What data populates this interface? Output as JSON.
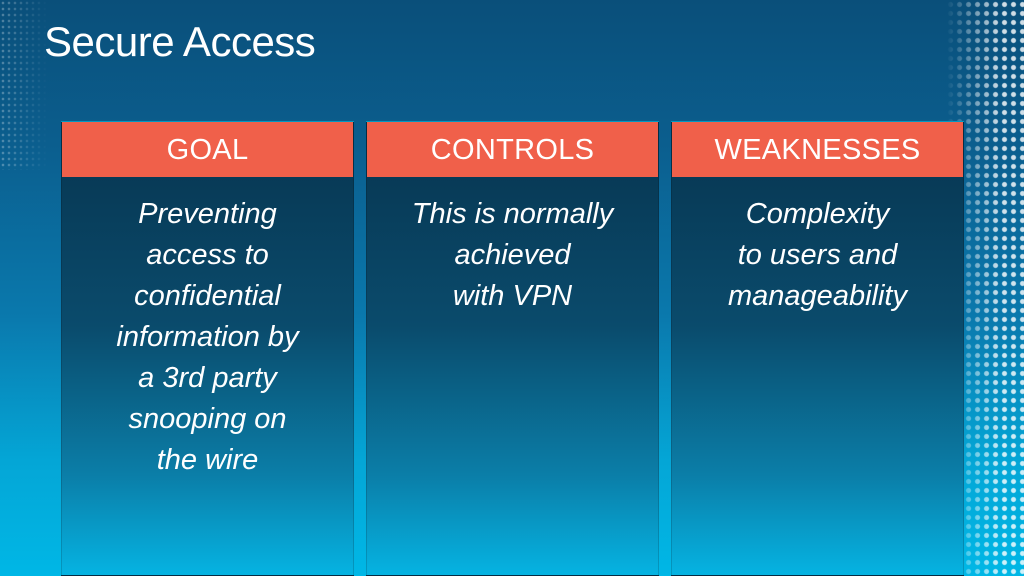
{
  "slide": {
    "title": "Secure Access"
  },
  "columns": [
    {
      "header": "GOAL",
      "body": "Preventing\naccess to\nconfidential\ninformation by\na 3rd party\nsnooping on\nthe wire"
    },
    {
      "header": "CONTROLS",
      "body": "This is normally\nachieved\nwith VPN"
    },
    {
      "header": "WEAKNESSES",
      "body": "Complexity\nto users and\nmanageability"
    }
  ],
  "colors": {
    "header_accent": "#f0604a",
    "background_top": "#0a4f7a",
    "background_bottom": "#00b7e6"
  }
}
